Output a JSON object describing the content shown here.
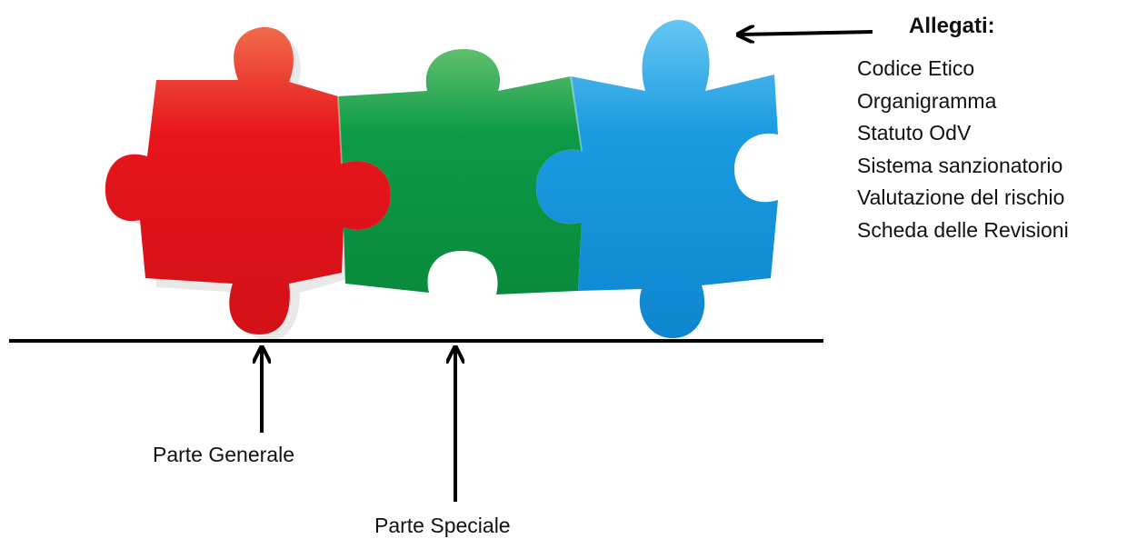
{
  "attachments": {
    "title": "Allegati:",
    "items": [
      "Codice Etico",
      "Organigramma",
      "Statuto OdV",
      "Sistema sanzionatorio",
      "Valutazione del rischio",
      "Scheda delle Revisioni"
    ]
  },
  "labels": {
    "general": "Parte Generale",
    "special": "Parte Speciale"
  },
  "colors": {
    "red_piece": "#e3101a",
    "green_piece": "#0a9a45",
    "blue_piece": "#1296dc",
    "arrow": "#000000"
  }
}
